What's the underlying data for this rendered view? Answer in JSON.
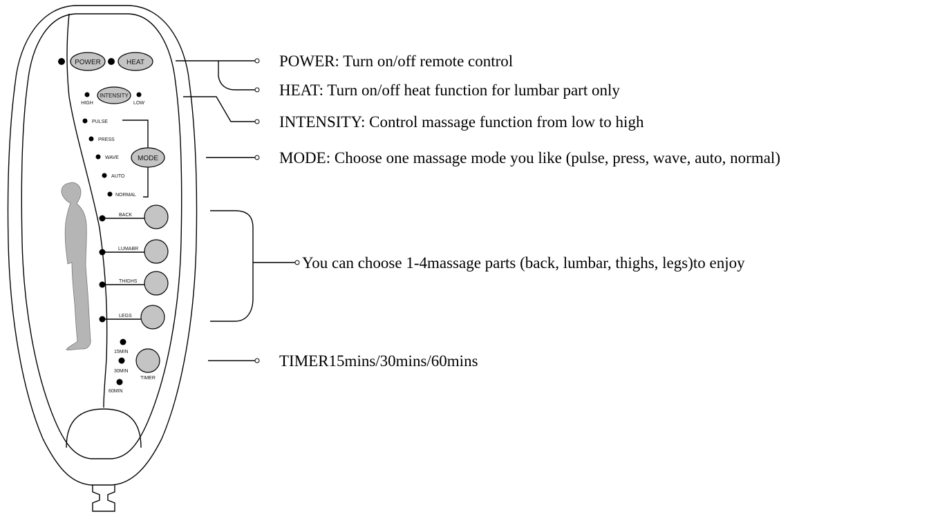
{
  "remote": {
    "buttons": {
      "power": "POWER",
      "heat": "HEAT",
      "intensity": "INTENSITY",
      "mode": "MODE",
      "timer": "TIMER"
    },
    "intensity_levels": {
      "high": "HIGH",
      "low": "LOW"
    },
    "modes": [
      "PULSE",
      "PRESS",
      "WAVE",
      "AUTO",
      "NORMAL"
    ],
    "parts": [
      "BACK",
      "LUMABR",
      "THIGHS",
      "LEGS"
    ],
    "timer_options": [
      "15MIN",
      "30MIN",
      "60MIN"
    ]
  },
  "descriptions": {
    "power": "POWER: Turn on/off remote control",
    "heat": "HEAT: Turn on/off heat function for lumbar part only",
    "intensity": "INTENSITY: Control massage function from low to high",
    "mode": "MODE: Choose one massage mode you like (pulse, press, wave, auto, normal)",
    "parts": "You can choose 1-4massage parts (back, lumbar, thighs, legs)to enjoy",
    "timer": "TIMER15mins/30mins/60mins"
  },
  "colors": {
    "button_fill": "#c4c4c4",
    "figure_fill": "#b5b5b5",
    "line": "#000000"
  }
}
